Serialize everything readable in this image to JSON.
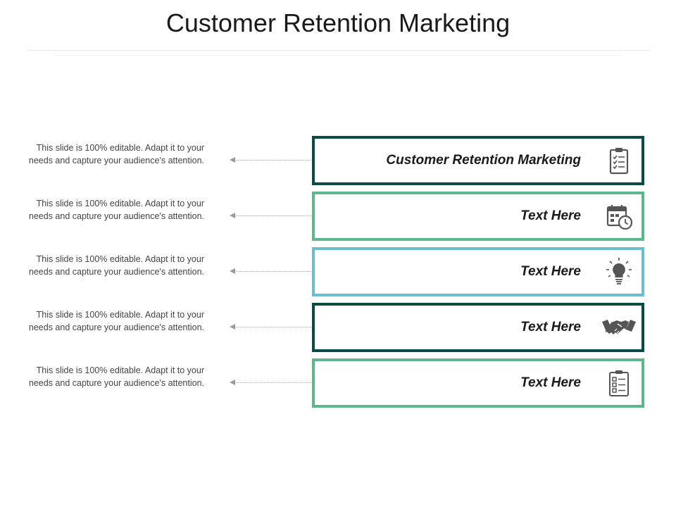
{
  "title": "Customer Retention Marketing",
  "rows": [
    {
      "label": "Customer Retention Marketing",
      "description": "This slide is 100% editable. Adapt it to your needs and capture your audience's attention.",
      "icon": "clipboard-checklist-icon",
      "border_color": "#0b4a45"
    },
    {
      "label": "Text Here",
      "description": "This slide is 100% editable. Adapt it to your needs and capture your audience's attention.",
      "icon": "calendar-clock-icon",
      "border_color": "#5cb88a"
    },
    {
      "label": "Text Here",
      "description": "This slide is 100% editable. Adapt it to your needs and capture your audience's attention.",
      "icon": "lightbulb-icon",
      "border_color": "#6cbfca"
    },
    {
      "label": "Text Here",
      "description": "This slide is 100% editable. Adapt it to your needs and capture your audience's attention.",
      "icon": "handshake-icon",
      "border_color": "#0b4a45"
    },
    {
      "label": "Text Here",
      "description": "This slide is 100% editable. Adapt it to your needs and capture your audience's attention.",
      "icon": "checklist-icon",
      "border_color": "#5cb88a"
    }
  ]
}
